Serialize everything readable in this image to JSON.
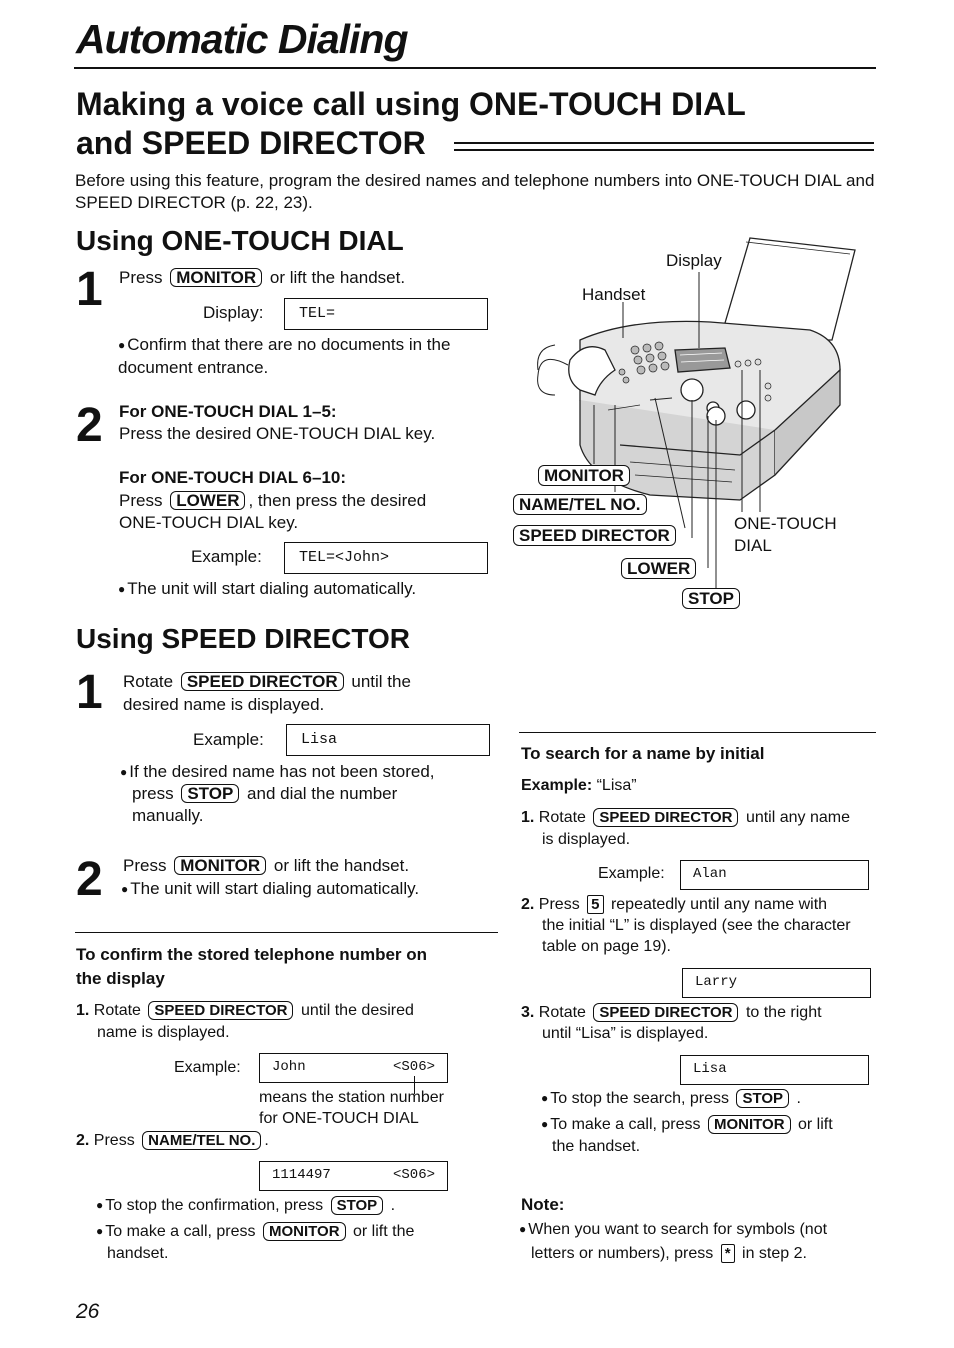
{
  "page_title": "Automatic Dialing",
  "section_title_line1": "Making a voice call using ONE-TOUCH DIAL",
  "section_title_line2": "and SPEED DIRECTOR",
  "intro": "Before using this feature, program the desired names and telephone numbers into ONE-TOUCH DIAL and SPEED DIRECTOR (p. 22, 23).",
  "one_touch": {
    "heading": "Using ONE-TOUCH DIAL",
    "step1_num": "1",
    "step1_press": "Press",
    "step1_key": "MONITOR",
    "step1_rest": "or lift the handset.",
    "display_label": "Display:",
    "display_value": "TEL=",
    "note1": "Confirm that there are no documents in the document entrance.",
    "step2_num": "2",
    "step2_sub1": "For ONE-TOUCH DIAL 1–5:",
    "step2_text1": "Press the desired ONE-TOUCH DIAL key.",
    "step2_sub2": "For ONE-TOUCH DIAL 6–10:",
    "step2_press": "Press",
    "step2_key": "LOWER",
    "step2_rest": ", then press the desired",
    "step2_rest2": "ONE-TOUCH DIAL key.",
    "example_label": "Example:",
    "example_value": "TEL=<John>",
    "note2": "The unit will start dialing automatically."
  },
  "diagram": {
    "display": "Display",
    "handset": "Handset",
    "monitor": "MONITOR",
    "name_tel": "NAME/TEL NO.",
    "speed_director": "SPEED DIRECTOR",
    "lower": "LOWER",
    "stop": "STOP",
    "one_touch_1": "ONE-TOUCH",
    "one_touch_2": "DIAL"
  },
  "speed": {
    "heading": "Using SPEED DIRECTOR",
    "step1_num": "1",
    "step1_rotate": "Rotate",
    "step1_key": "SPEED DIRECTOR",
    "step1_rest": "until the",
    "step1_rest2": "desired name is displayed.",
    "example_label": "Example:",
    "example_value": "Lisa",
    "note1_a": "If the desired name has not been stored,",
    "note1_press": "press",
    "note1_key": "STOP",
    "note1_rest": "and dial the number",
    "note1_rest2": "manually.",
    "step2_num": "2",
    "step2_press": "Press",
    "step2_key": "MONITOR",
    "step2_rest": "or lift the handset.",
    "step2_note": "The unit will start dialing automatically."
  },
  "confirm": {
    "heading_l1": "To confirm the stored telephone number on",
    "heading_l2": "the display",
    "i1_num": "1.",
    "i1_rotate": "Rotate",
    "i1_key": "SPEED DIRECTOR",
    "i1_rest": "until the desired",
    "i1_rest2": "name is displayed.",
    "example_label": "Example:",
    "lcd1_left": "John",
    "lcd1_right": "<S06>",
    "station_note1": "means the station number",
    "station_note2": "for ONE-TOUCH DIAL",
    "i2_num": "2.",
    "i2_press": "Press",
    "i2_key": "NAME/TEL NO.",
    "i2_dot": ".",
    "lcd2_left": "1114497",
    "lcd2_right": "<S06>",
    "b1_text": "To stop the confirmation, press",
    "b1_key": "STOP",
    "b1_dot": ".",
    "b2_text": "To make a call, press",
    "b2_key": "MONITOR",
    "b2_rest": "or lift the",
    "b2_rest2": "handset."
  },
  "search": {
    "heading": "To search for a name by initial",
    "example_bold": "Example:",
    "example_val": "“Lisa”",
    "i1_num": "1.",
    "i1_rotate": "Rotate",
    "i1_key": "SPEED DIRECTOR",
    "i1_rest": "until any name",
    "i1_rest2": "is displayed.",
    "example_label": "Example:",
    "lcd1": "Alan",
    "i2_num": "2.",
    "i2_press": "Press",
    "i2_key": "5",
    "i2_rest": "repeatedly until any name with",
    "i2_rest2": "the initial “L” is displayed (see the character",
    "i2_rest3": "table on page 19).",
    "lcd2": "Larry",
    "i3_num": "3.",
    "i3_rotate": "Rotate",
    "i3_key": "SPEED DIRECTOR",
    "i3_rest": "to the right",
    "i3_rest2": "until “Lisa” is displayed.",
    "lcd3": "Lisa",
    "b1_text": "To stop the search, press",
    "b1_key": "STOP",
    "b1_dot": ".",
    "b2_text": "To make a call, press",
    "b2_key": "MONITOR",
    "b2_rest": "or lift",
    "b2_rest2": "the handset."
  },
  "note": {
    "heading": "Note:",
    "text1": "When you want to search for symbols (not",
    "text2": "letters or numbers), press",
    "key": "*",
    "text3": "in step 2."
  },
  "page_number": "26"
}
